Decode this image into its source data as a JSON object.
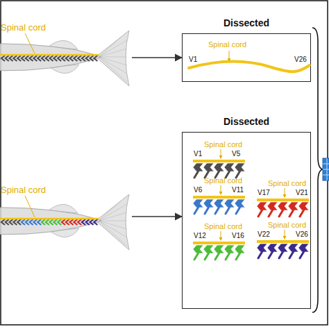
{
  "diagram": {
    "nodes": [
      {
        "text": [
          "Spinal cord"
        ]
      },
      {
        "text": [
          "Dissected"
        ]
      },
      {
        "text": [
          "Spinal cord"
        ]
      },
      {
        "text": [
          "Dissected"
        ]
      }
    ],
    "edges": [
      {
        "from": 0,
        "to": 1,
        "arrow": "to"
      },
      {
        "from": 2,
        "to": 3,
        "arrow": "to"
      }
    ],
    "labels": [
      "Spinal cord",
      "V1",
      "V26",
      "Spinal cord",
      "V1",
      "V5",
      "Spinal cord",
      "V6",
      "V11",
      "Spinal cord",
      "V12",
      "V16",
      "Spinal cord",
      "V17",
      "V21",
      "Spinal cord",
      "V22",
      "V26"
    ]
  }
}
